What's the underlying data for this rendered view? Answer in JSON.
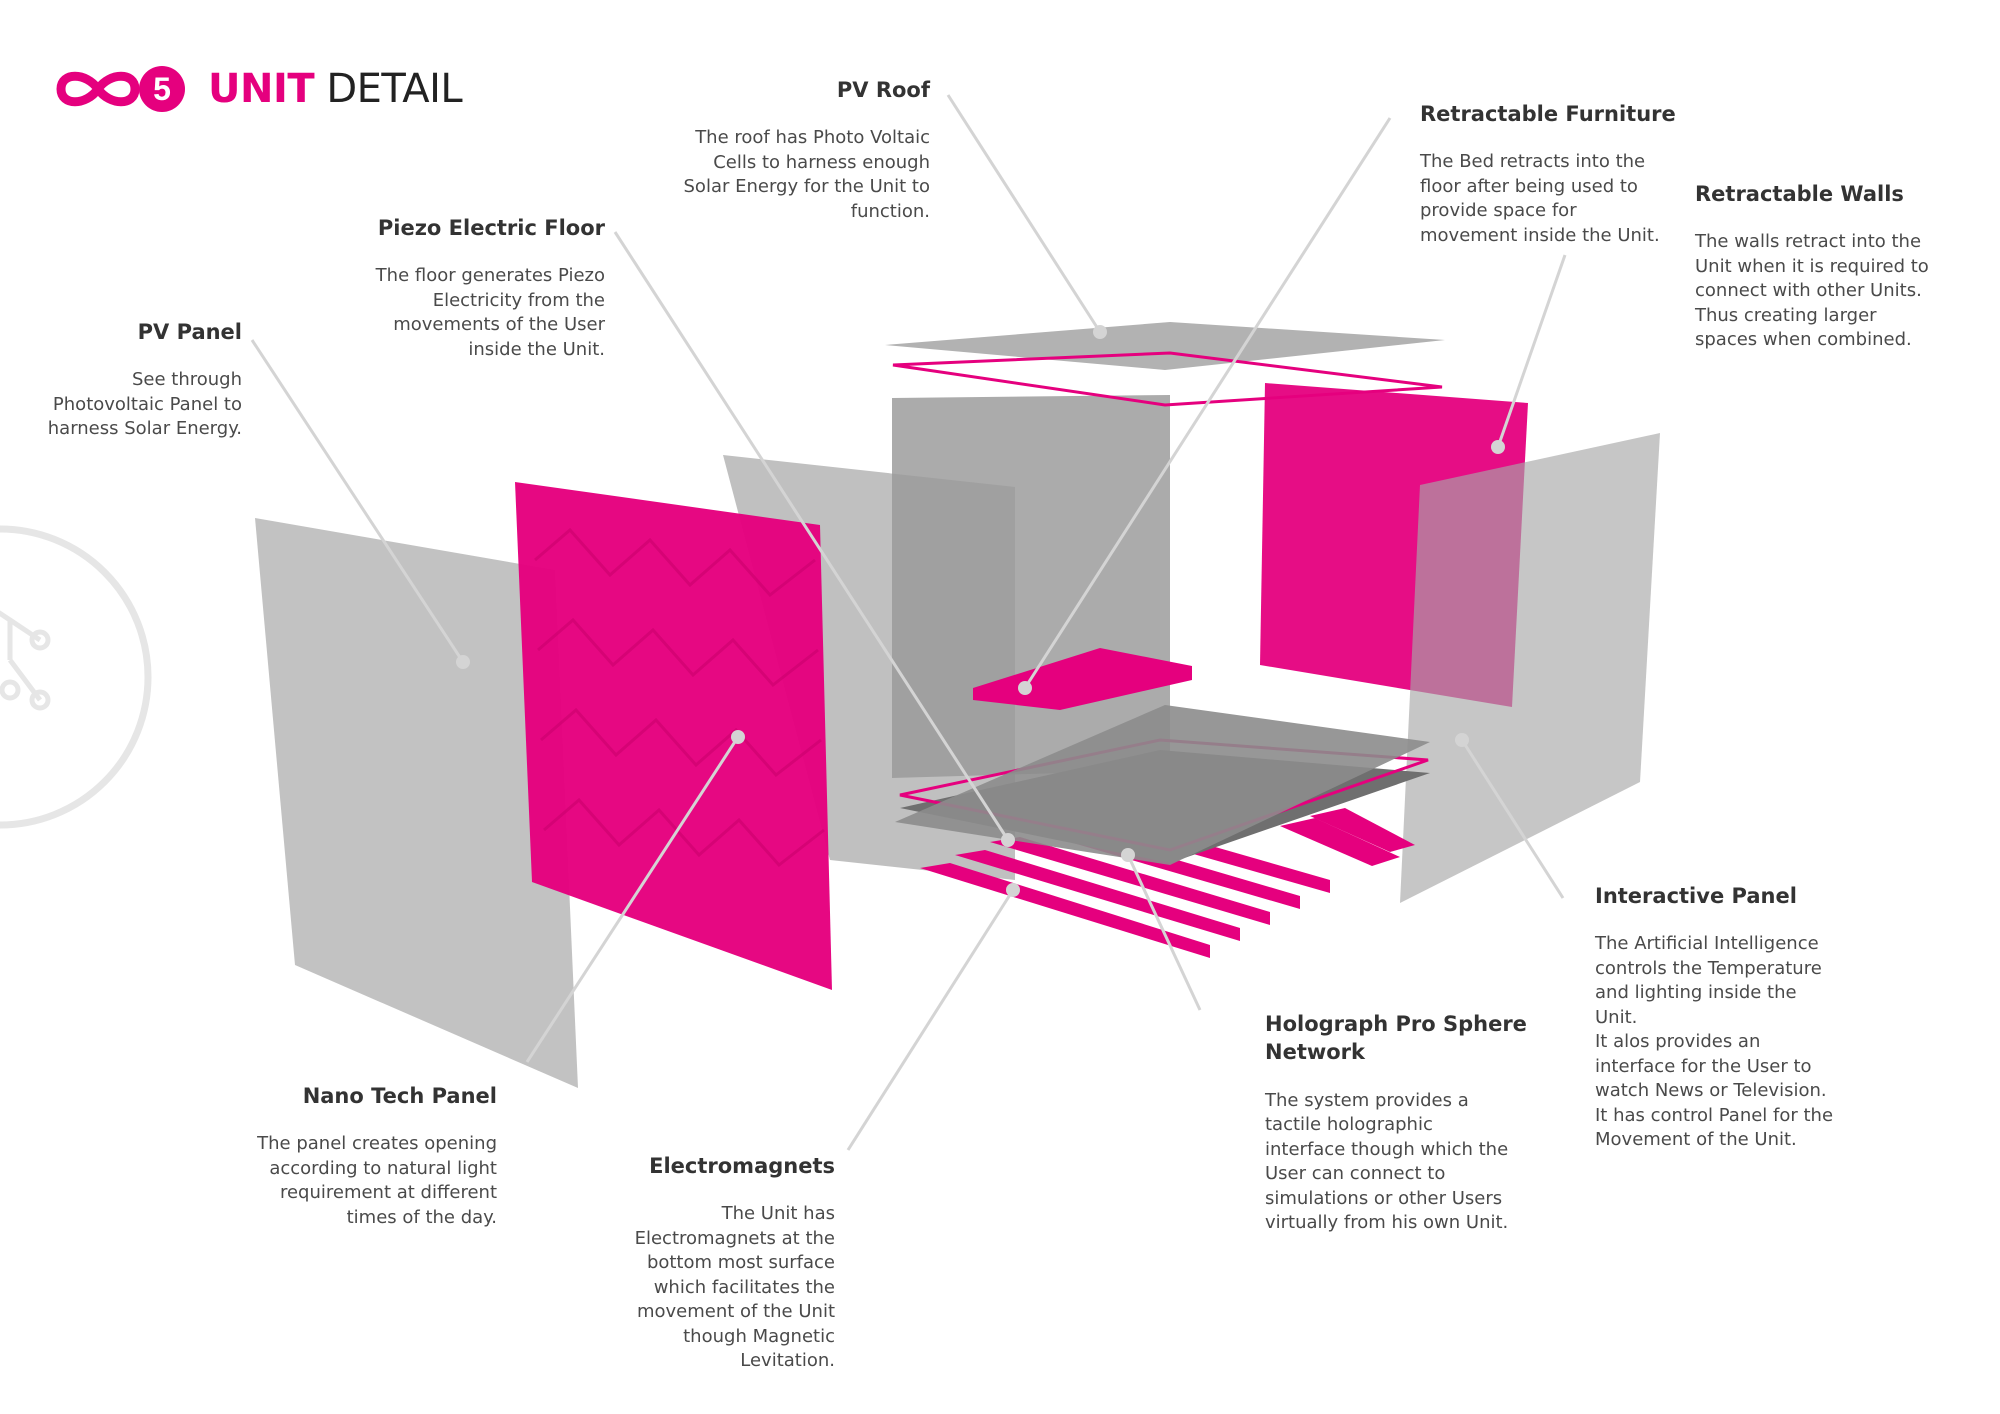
{
  "brand": {
    "logo_mark": "5",
    "title_bold": "UNIT",
    "title_light": " DETAIL",
    "accent": "#e5007e",
    "panel_grey": "#a8a8a8",
    "line_grey": "#d4d4d4"
  },
  "labels": {
    "pv_roof": {
      "title": "PV Roof",
      "text": "The roof has Photo Voltaic\nCells to harness  enough\nSolar Energy for the Unit to\nfunction."
    },
    "retractable_furniture": {
      "title": "Retractable Furniture",
      "text": "The Bed retracts into the\nfloor after being used to\nprovide space for\nmovement inside the Unit."
    },
    "retractable_walls": {
      "title": "Retractable Walls",
      "text": "The walls retract into the\nUnit when it is required to\nconnect with other Units.\nThus creating larger\nspaces when combined."
    },
    "piezo_floor": {
      "title": "Piezo Electric Floor",
      "text": "The floor generates Piezo\nElectricity from the\nmovements of the User\ninside the Unit."
    },
    "pv_panel": {
      "title": "PV Panel",
      "text": "See through\nPhotovoltaic Panel to\nharness Solar Energy."
    },
    "interactive_panel": {
      "title": "Interactive Panel",
      "text": "The Artificial Intelligence\ncontrols the Temperature\nand lighting inside the\nUnit.\nIt alos provides an\ninterface for the User to\nwatch News or Television.\nIt has control Panel for the\nMovement of the Unit."
    },
    "holograph": {
      "title": "Holograph Pro Sphere\nNetwork",
      "text": "The system provides a\ntactile holographic\ninterface though which the\nUser can connect to\nsimulations or other Users\nvirtually from his own Unit."
    },
    "nano_tech": {
      "title": "Nano Tech Panel",
      "text": "The panel creates opening\naccording to natural light\nrequirement at different\ntimes of the day."
    },
    "electromagnets": {
      "title": "Electromagnets",
      "text": "The Unit has\nElectromagnets at the\nbottom most surface\nwhich facilitates the\nmovement of the Unit\nthough Magnetic\nLevitation."
    }
  }
}
